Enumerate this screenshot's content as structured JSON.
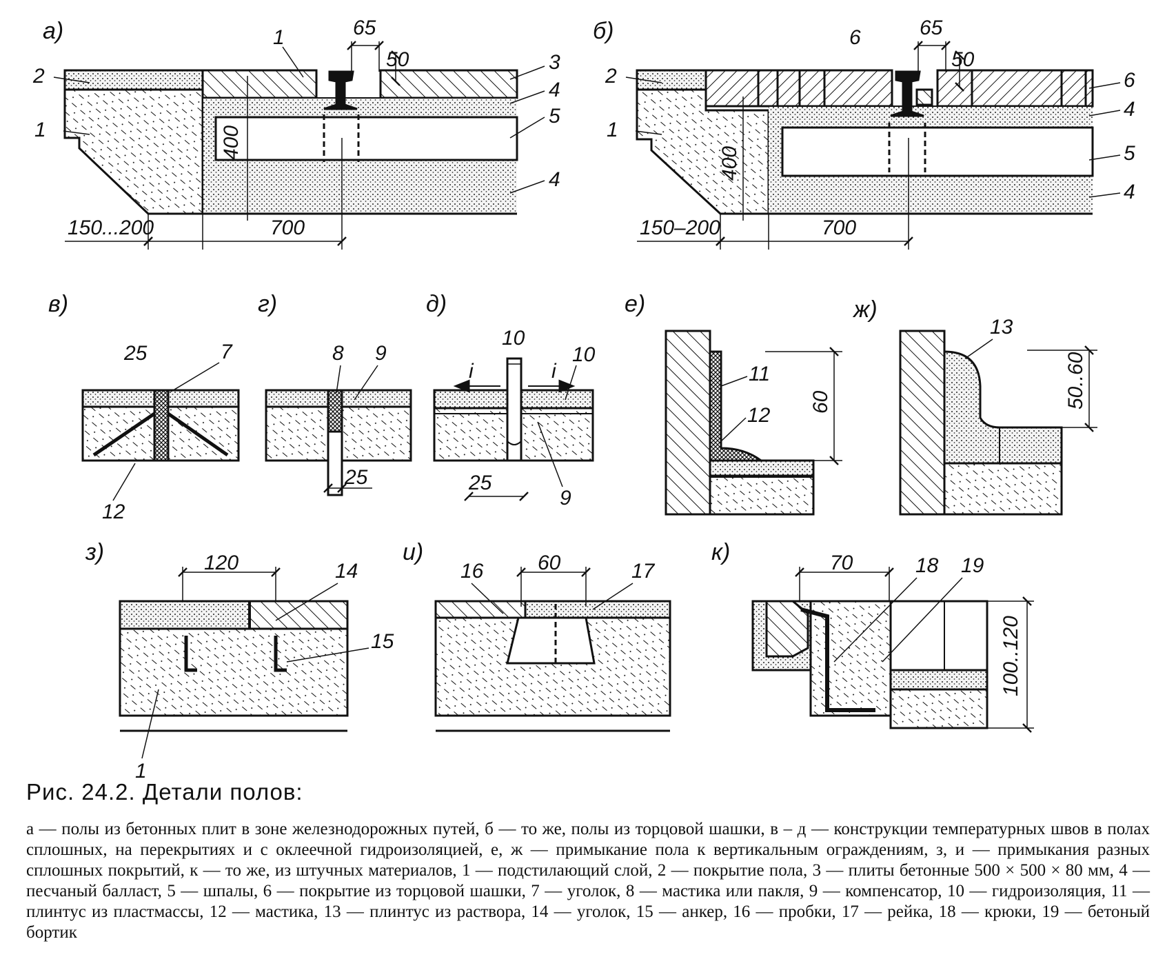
{
  "figure": {
    "panels": {
      "a": "а)",
      "b": "б)",
      "v": "в)",
      "g": "г)",
      "d": "д)",
      "e": "е)",
      "zh": "ж)",
      "z": "з)",
      "i": "и)",
      "k": "к)"
    },
    "dims": {
      "a_65": "65",
      "a_50": "50",
      "a_400": "400",
      "a_150_200": "150...200",
      "a_700": "700",
      "b_65": "65",
      "b_50": "50",
      "b_400": "400",
      "b_150_200": "150–200",
      "b_700": "700",
      "v_25": "25",
      "g_25": "25",
      "d_10": "10",
      "d_25": "25",
      "d_i_left": "i",
      "d_i_right": "i",
      "e_60": "60",
      "zh_50_60": "50..60",
      "z_120": "120",
      "i_60": "60",
      "k_70": "70",
      "k_100_120": "100..120"
    },
    "labels": {
      "a": [
        "1",
        "2",
        "1",
        "3",
        "4",
        "5",
        "4"
      ],
      "b": [
        "6",
        "2",
        "1",
        "6",
        "4",
        "5",
        "4"
      ],
      "v": [
        "7",
        "12"
      ],
      "g": [
        "8",
        "9"
      ],
      "d": [
        "10",
        "9"
      ],
      "e": [
        "11",
        "12"
      ],
      "zh": [
        "13"
      ],
      "z": [
        "14",
        "15",
        "1"
      ],
      "i": [
        "16",
        "17"
      ],
      "k": [
        "18",
        "19"
      ]
    }
  },
  "caption": {
    "title": "Рис. 24.2. Детали полов:",
    "text": "а — полы из бетонных плит в зоне железнодорожных путей, б — то же, полы из торцовой шашки, в – д — конструкции температурных швов в полах сплошных, на перекрытиях и с оклеечной гидроизоляцией, е, ж — примыкание пола к вертикальным ограждениям, з, и — примыкания разных сплошных покрытий, к — то же, из штучных материалов, 1 — подстилающий слой, 2 — покрытие пола, 3 — плиты бетонные 500 × 500 × 80 мм, 4 — песчаный балласт, 5 — шпалы, 6 — покрытие из торцовой шашки, 7 — уголок, 8 — мастика или пакля, 9 — компенсатор, 10 — гидроизоляция, 11 — плинтус из пластмассы, 12 — мастика, 13 — плинтус из раствора, 14 — уголок, 15 — анкер, 16 — пробки, 17 — рейка, 18 — крюки, 19 — бетоный бортик"
  }
}
